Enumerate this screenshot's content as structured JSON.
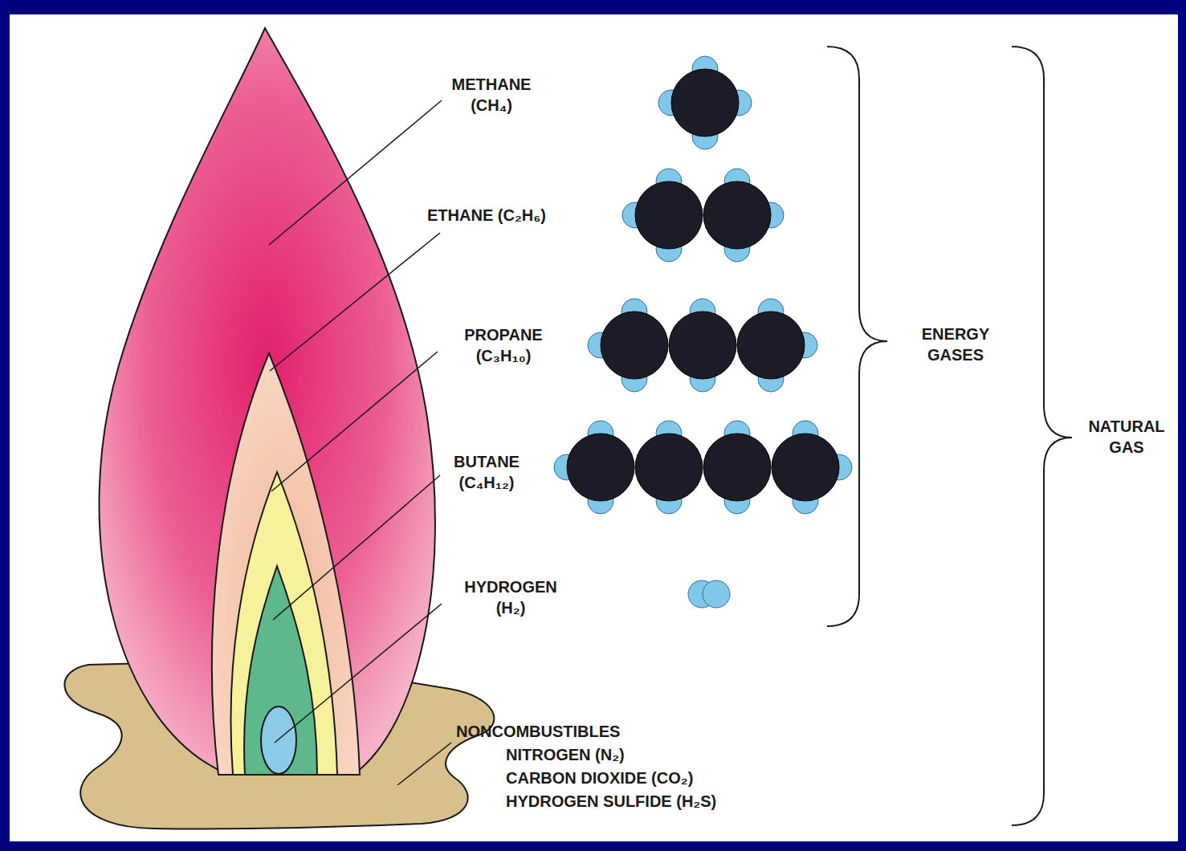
{
  "diagram": {
    "labels": [
      "METHANE (CH₄)",
      "ETHANE (C₂H₆)",
      "PROPANE (C₃H₁₀)",
      "BUTANE (C₄H₁₂)",
      "HYDROGEN (H₂)",
      "NONCOMBUSTIBLES",
      "NITROGEN (N₂)",
      "CARBON DIOXIDE (CO₂)",
      "HYDROGEN SULFIDE (H₂S)",
      "ENERGY GASES",
      "NATURAL GAS"
    ]
  }
}
